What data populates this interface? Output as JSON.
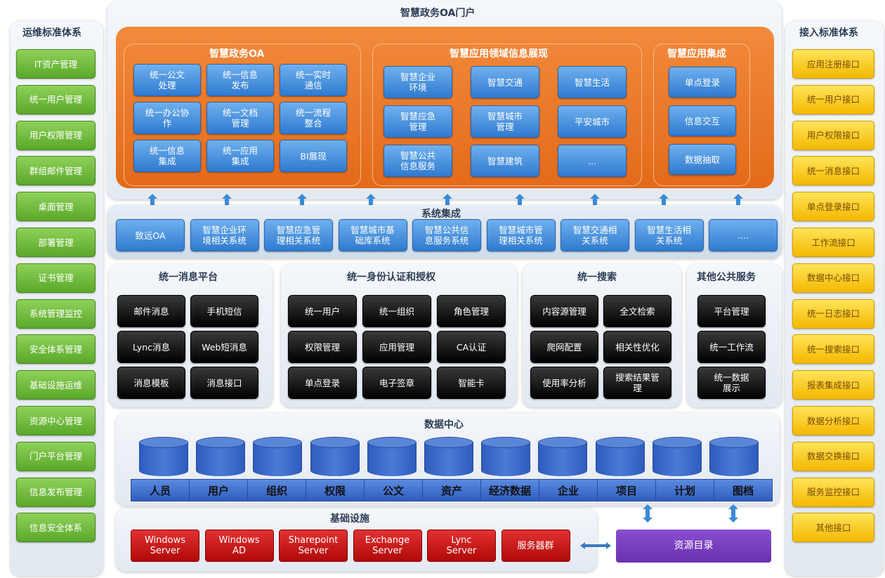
{
  "portal": {
    "title": "智慧政务OA门户"
  },
  "left": {
    "title": "运维标准体系",
    "items": [
      "IT资产管理",
      "统一用户管理",
      "用户权限管理",
      "群组邮件管理",
      "桌面管理",
      "部署管理",
      "证书管理",
      "系统管理监控",
      "安全体系管理",
      "基础设施运维",
      "资源中心管理",
      "门户平台管理",
      "信息发布管理",
      "信息安全体系"
    ]
  },
  "right": {
    "title": "接入标准体系",
    "items": [
      "应用注册接口",
      "统一用户接口",
      "用户权限接口",
      "统一消息接口",
      "单点登录接口",
      "工作流接口",
      "数据中心接口",
      "统一日志接口",
      "统一搜索接口",
      "报表集成接口",
      "数据分析接口",
      "数据交换接口",
      "服务监控接口",
      "其他接口"
    ]
  },
  "oa": {
    "title": "智慧政务OA",
    "items": [
      "统一公文\n处理",
      "统一信息\n发布",
      "统一实时\n通信",
      "统一办公协\n作",
      "统一文档\n管理",
      "统一流程\n整合",
      "统一信息\n集成",
      "统一应用\n集成",
      "BI展现"
    ]
  },
  "domain": {
    "title": "智慧应用领域信息展现",
    "items": [
      "智慧企业\n环境",
      "智慧交通",
      "智慧生活",
      "智慧应急\n管理",
      "智慧城市\n管理",
      "平安城市",
      "智慧公共\n信息服务",
      "智慧建筑",
      "..."
    ]
  },
  "integ": {
    "title": "智慧应用集成",
    "items": [
      "单点登录",
      "信息交互",
      "数据抽取"
    ]
  },
  "sysint": {
    "title": "系统集成",
    "items": [
      "致远OA",
      "智慧企业环\n境相关系统",
      "智慧应急管\n理相关系统",
      "智慧城市基\n础库系统",
      "智慧公共信\n息服务系统",
      "智慧城市管\n理相关系统",
      "智慧交通相\n关系统",
      "智慧生活相\n关系统",
      "...."
    ]
  },
  "msg": {
    "title": "统一消息平台",
    "items": [
      "邮件消息",
      "手机短信",
      "Lync消息",
      "Web短消息",
      "消息模板",
      "消息接口"
    ]
  },
  "auth": {
    "title": "统一身份认证和授权",
    "items": [
      "统一用户",
      "统一组织",
      "角色管理",
      "权限管理",
      "应用管理",
      "CA认证",
      "单点登录",
      "电子签章",
      "智能卡"
    ]
  },
  "search": {
    "title": "统一搜索",
    "items": [
      "内容源管理",
      "全文检索",
      "爬网配置",
      "相关性优化",
      "使用率分析",
      "搜索结果管\n理"
    ]
  },
  "other": {
    "title": "其他公共服务",
    "items": [
      "平台管理",
      "统一工作流",
      "统一数据\n展示"
    ]
  },
  "datacenter": {
    "title": "数据中心",
    "items": [
      "人员",
      "用户",
      "组织",
      "权限",
      "公文",
      "资产",
      "经济数据",
      "企业",
      "项目",
      "计划",
      "图档"
    ]
  },
  "infra": {
    "title": "基础设施",
    "items": [
      "Windows\nServer",
      "Windows\nAD",
      "Sharepoint\nServer",
      "Exchange\nServer",
      "Lync\nServer",
      "服务器群"
    ]
  },
  "resdir": {
    "label": "资源目录"
  }
}
